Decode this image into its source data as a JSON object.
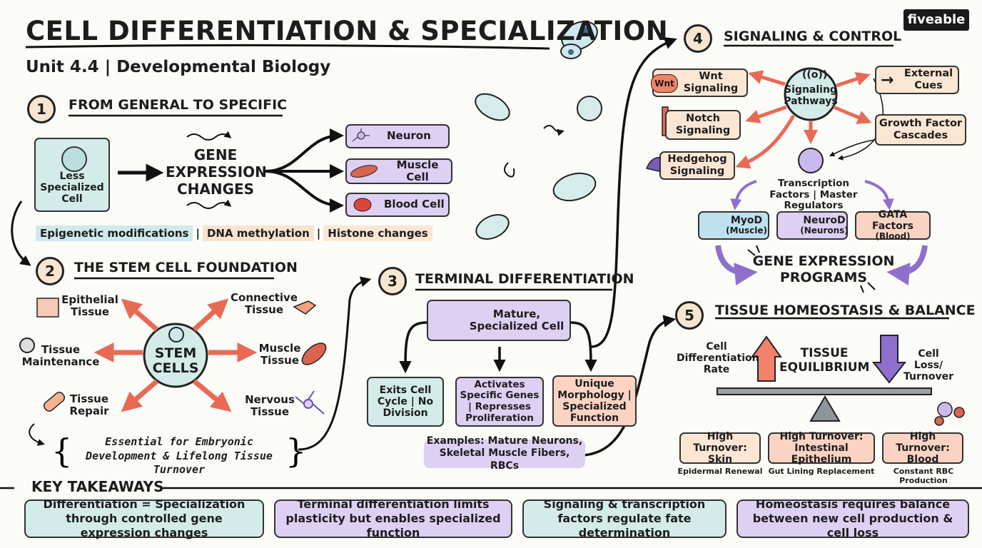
{
  "header": {
    "title": "CELL DIFFERENTIATION & SPECIALIZATION",
    "subtitle": "Unit 4.4 | Developmental Biology",
    "logo": "fiveable"
  },
  "section1": {
    "number": "1",
    "heading": "FROM GENERAL TO SPECIFIC",
    "start_cell": "Less Specialized Cell",
    "process": "GENE EXPRESSION CHANGES",
    "outcomes": [
      "Neuron",
      "Muscle Cell",
      "Blood Cell"
    ],
    "mechanisms": [
      "Epigenetic modifications",
      "DNA methylation",
      "Histone changes"
    ],
    "separator": "|"
  },
  "section2": {
    "number": "2",
    "heading": "THE STEM CELL FOUNDATION",
    "center": "STEM CELLS",
    "branches": [
      "Epithelial Tissue",
      "Connective Tissue",
      "Tissue Maintenance",
      "Muscle Tissue",
      "Tissue Repair",
      "Nervous Tissue"
    ],
    "note": "Essential for Embryonic Development & Lifelong Tissue Turnover"
  },
  "section3": {
    "number": "3",
    "heading": "TERMINAL DIFFERENTIATION",
    "center": "Mature, Specialized Cell",
    "features": [
      "Exits Cell Cycle | No Division",
      "Activates Specific Genes | Represses Proliferation",
      "Unique Morphology | Specialized Function"
    ],
    "examples": "Examples: Mature Neurons, Skeletal Muscle Fibers, RBCs"
  },
  "section4": {
    "number": "4",
    "heading": "SIGNALING & CONTROL",
    "hub": "Signaling Pathways",
    "wnt_tag": "Wnt",
    "pathways": [
      "Wnt Signaling",
      "Notch Signaling",
      "Hedgehog Signaling",
      "External Cues",
      "Growth Factor Cascades"
    ],
    "tf_label": "Transcription Factors | Master Regulators",
    "factors": [
      {
        "name": "MyoD",
        "sub": "(Muscle)"
      },
      {
        "name": "NeuroD",
        "sub": "(Neurons)"
      },
      {
        "name": "GATA Factors",
        "sub": "(Blood)"
      }
    ],
    "output": "GENE EXPRESSION PROGRAMS"
  },
  "section5": {
    "number": "5",
    "heading": "TISSUE HOMEOSTASIS & BALANCE",
    "left_label": "Cell Differentiation Rate",
    "center": "TISSUE EQUILIBRIUM",
    "right_label": "Cell Loss/ Turnover",
    "examples": [
      {
        "label": "High Turnover: Skin",
        "caption": "Epidermal Renewal"
      },
      {
        "label": "High Turnover: Intestinal Epithelium",
        "caption": "Gut Lining Replacement"
      },
      {
        "label": "High Turnover: Blood",
        "caption": "Constant RBC Production"
      }
    ]
  },
  "takeaways": {
    "heading": "KEY TAKEAWAYS",
    "items": [
      "Differentiation = Specialization through controlled gene expression changes",
      "Terminal differentiation limits plasticity but enables specialized function",
      "Signaling & transcription factors regulate fate determination",
      "Homeostasis requires balance between new cell production & cell loss"
    ]
  }
}
